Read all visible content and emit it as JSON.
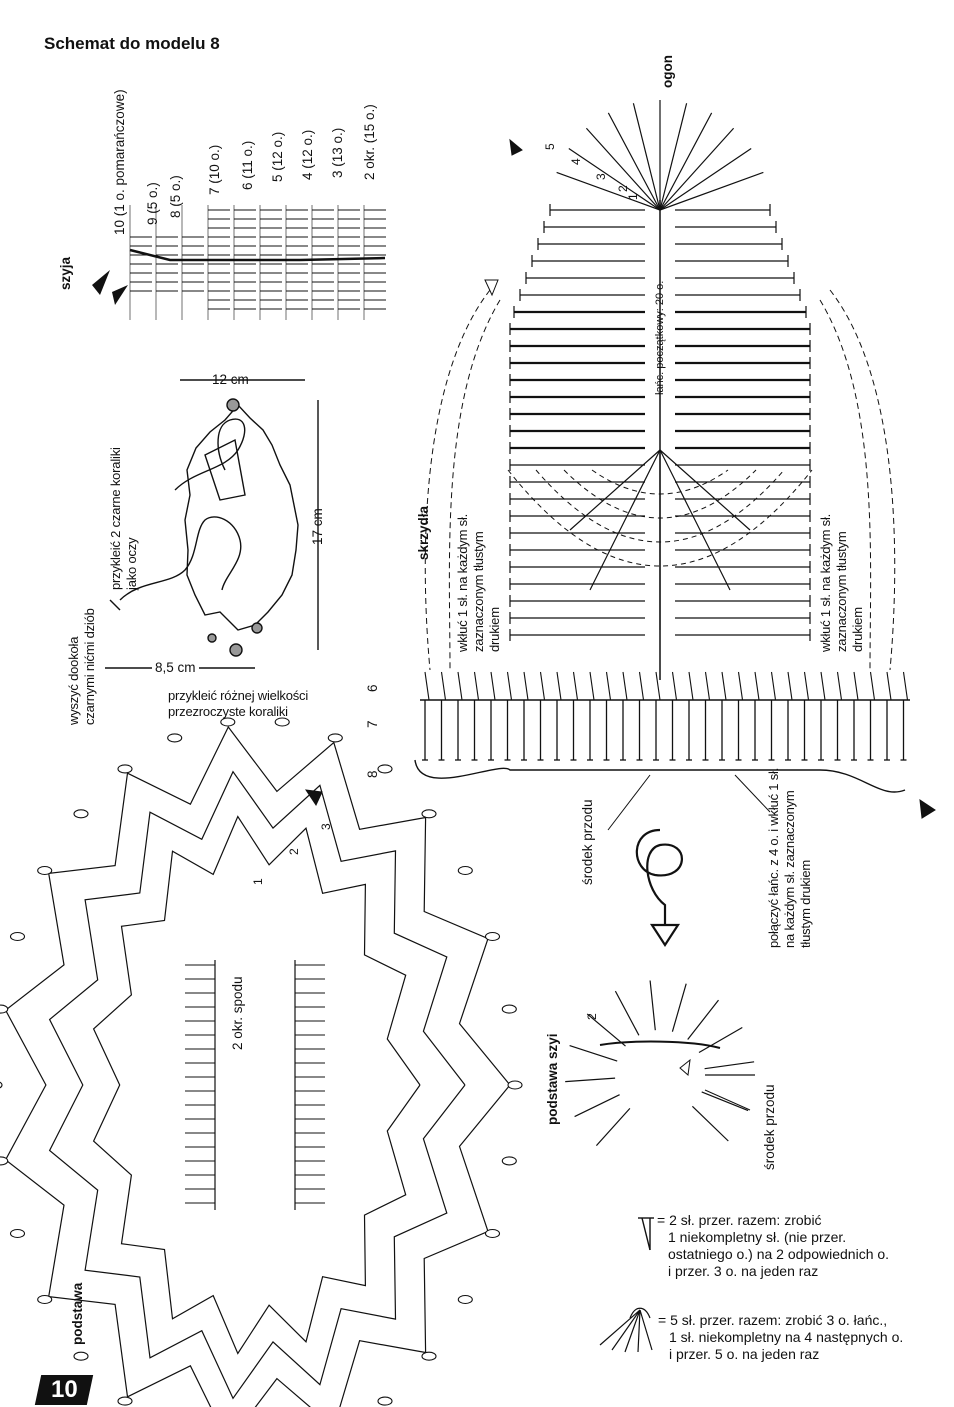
{
  "title": "Schemat do modelu 8",
  "page_number": "10",
  "sections": {
    "neck": "szyja",
    "wings": "skrzydła",
    "tail": "ogon",
    "base": "podstawa",
    "neck_base": "podstawa szyi"
  },
  "neck_rows": [
    "10 (1 o. pomarańczowe)",
    "9 (5 o.)",
    "8 (5 o.)",
    "7 (10 o.)",
    "6 (11 o.)",
    "5 (12 o.)",
    "4 (12 o.)",
    "3 (13 o.)",
    "2 okr. (15 o.)"
  ],
  "dimensions": {
    "width": "12 cm",
    "height": "17 cm",
    "neck_width": "8,5 cm"
  },
  "annotations": {
    "eyes": "przykleić 2 czarne koraliki jako oczy",
    "beak": "wyszyć dookoła czarnymi nićmi dziób",
    "beads": "przykleić różnej wielkości przezroczyste koraliki",
    "chain": "łańc. początkowy: 20 o.",
    "insert_left": "wkłuć 1 sł. na każdym sł. zaznaczonym tłustym drukiem",
    "insert_right": "wkłuć 1 sł. na każdym sł. zaznaczonym tłustym drukiem",
    "front_center": "środek przodu",
    "join": "połączyć łańc. z 4 o. i wkłuć 1 sł. na każdym sł. zaznaczonym tłustym drukiem",
    "base_rounds": "2 okr. spodu",
    "neck_base_front": "środek przodu"
  },
  "row_numbers_wing": [
    "6",
    "7",
    "8"
  ],
  "row_numbers_tail": [
    "1",
    "2",
    "3",
    "4",
    "5"
  ],
  "row_numbers_base": [
    "1",
    "2",
    "3"
  ],
  "row_numbers_neckbase": [
    "2"
  ],
  "legend": [
    {
      "symbol": "2-stitch-decrease",
      "text": [
        "= 2 sł. przer. razem: zrobić",
        "1 niekompletny sł. (nie przer.",
        "ostatniego o.) na 2 odpowiednich o.",
        "i przer. 3 o. na jeden raz"
      ]
    },
    {
      "symbol": "5-stitch-cluster",
      "text": [
        "= 5 sł. przer. razem: zrobić 3 o. łańc.,",
        "1 sł. niekompletny na 4 następnych o.",
        "i przer. 5 o. na jeden raz"
      ]
    }
  ]
}
